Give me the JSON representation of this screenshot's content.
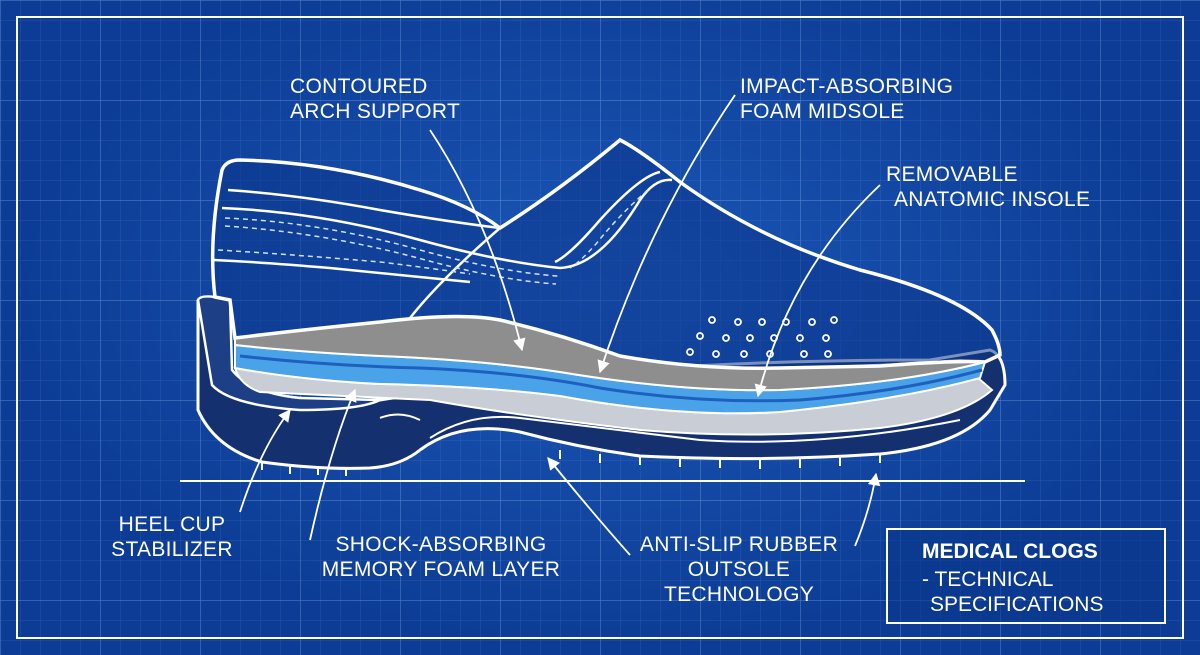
{
  "labels": {
    "arch": [
      "CONTOURED",
      "ARCH SUPPORT"
    ],
    "midsole": [
      "IMPACT-ABSORBING",
      "FOAM MIDSOLE"
    ],
    "insole": [
      "REMOVABLE",
      "ANATOMIC INSOLE"
    ],
    "heel": [
      "HEEL CUP",
      "STABILIZER"
    ],
    "memory": [
      "SHOCK-ABSORBING",
      "MEMORY FOAM LAYER"
    ],
    "outsole": [
      "ANTI-SLIP RUBBER",
      "OUTSOLE",
      "TECHNOLOGY"
    ]
  },
  "title_box": {
    "title": "MEDICAL CLOGS",
    "subtitle_1": "- TECHNICAL",
    "subtitle_2": "SPECIFICATIONS"
  },
  "colors": {
    "background": "#0c3c95",
    "line": "#ffffff",
    "insole_gray": "#8e8e8e",
    "foam_blue": "#4aa3e8",
    "midsole_light": "#c8cdd6",
    "outsole_navy": "#14306e"
  }
}
